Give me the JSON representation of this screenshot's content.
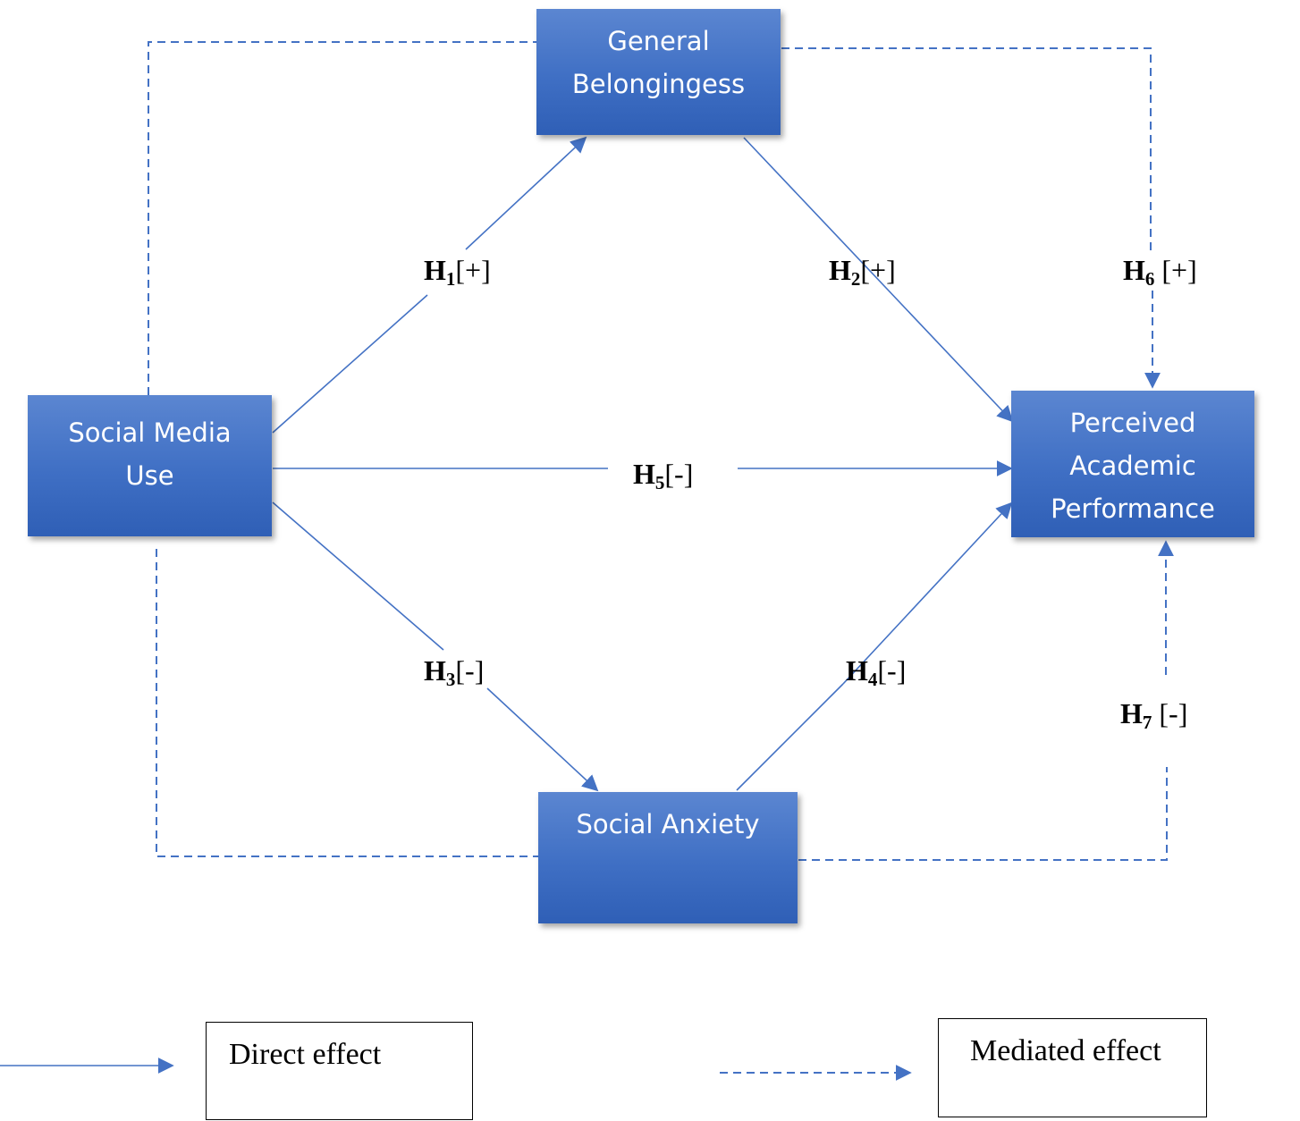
{
  "nodes": {
    "general_belongingess": [
      "General",
      "Belongingess"
    ],
    "social_media_use": [
      "Social Media",
      "Use"
    ],
    "perceived_academic_performance": [
      "Perceived",
      "Academic",
      "Performance"
    ],
    "social_anxiety": [
      "Social Anxiety"
    ]
  },
  "hypotheses": {
    "h1": {
      "h": "H",
      "sub": "1",
      "sign": "[+]"
    },
    "h2": {
      "h": "H",
      "sub": "2",
      "sign": "[+]"
    },
    "h3": {
      "h": "H",
      "sub": "3",
      "sign": "[-]"
    },
    "h4": {
      "h": "H",
      "sub": "4",
      "sign": "[-]"
    },
    "h5": {
      "h": "H",
      "sub": "5",
      "sign": "[-]"
    },
    "h6": {
      "h": "H",
      "sub": "6",
      "sign": " [+]"
    },
    "h7": {
      "h": "H",
      "sub": "7",
      "sign": " [-]"
    }
  },
  "edges": [
    {
      "from": "social_media_use",
      "to": "general_belongingess",
      "style": "direct",
      "label": "h1"
    },
    {
      "from": "general_belongingess",
      "to": "perceived_academic_performance",
      "style": "direct",
      "label": "h2"
    },
    {
      "from": "social_media_use",
      "to": "social_anxiety",
      "style": "direct",
      "label": "h3"
    },
    {
      "from": "social_anxiety",
      "to": "perceived_academic_performance",
      "style": "direct",
      "label": "h4"
    },
    {
      "from": "social_media_use",
      "to": "perceived_academic_performance",
      "style": "direct",
      "label": "h5"
    },
    {
      "from": "social_media_use",
      "to": "perceived_academic_performance",
      "via": "general_belongingess",
      "style": "mediated",
      "label": "h6"
    },
    {
      "from": "social_media_use",
      "to": "perceived_academic_performance",
      "via": "social_anxiety",
      "style": "mediated",
      "label": "h7"
    }
  ],
  "legend": {
    "direct": "Direct effect",
    "mediated": "Mediated effect"
  },
  "colors": {
    "node_fill": "#4472C4",
    "line": "#4472C4",
    "node_text": "#ffffff"
  }
}
